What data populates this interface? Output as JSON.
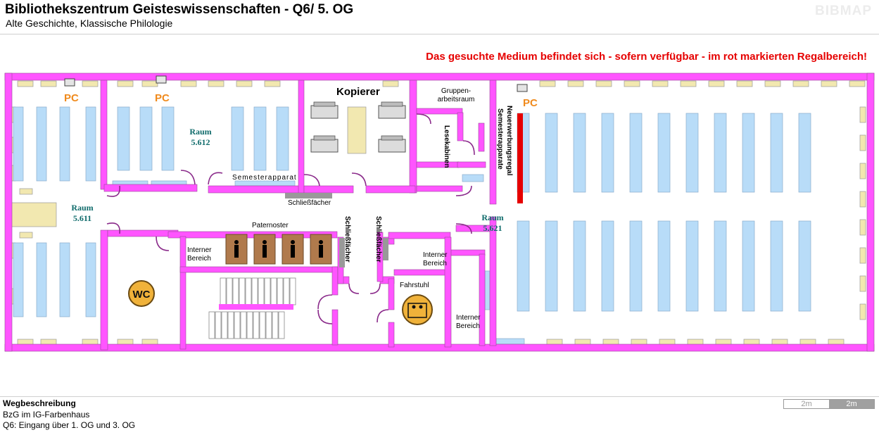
{
  "header": {
    "title": "Bibliothekszentrum Geisteswissenschaften - Q6/ 5. OG",
    "subtitle": "Alte Geschichte, Klassische Philologie",
    "logo": "BIBMAP"
  },
  "notice": "Das gesuchte Medium befindet sich - sofern verfügbar -  im rot markierten Regalbereich!",
  "plan": {
    "pc_label": "PC",
    "rooms": {
      "r5612": [
        "Raum",
        "5.612"
      ],
      "r5611": [
        "Raum",
        "5.611"
      ],
      "r5621": [
        "Raum",
        "5.621"
      ]
    },
    "labels": {
      "kopierer": "Kopierer",
      "gruppenarbeitsraum": [
        "Gruppen-",
        "arbeitsraum"
      ],
      "semesterapparat": "Semesterapparat",
      "schliessfaecher_h": "Schließfächer",
      "schliessfaecher_v": "Schließfächer",
      "lesekabinen": "Lesekabinen",
      "neuerwerbungsregal": "Neuerwerbungsregal",
      "semesterapparate": "Semesterapparate",
      "paternoster": "Paternoster",
      "interner_bereich": [
        "Interner",
        "Bereich"
      ],
      "fahrstuhl": "Fahrstuhl",
      "wc": "WC"
    },
    "colors": {
      "wall": "#ff55ff",
      "shelf": "#b8dcf8",
      "desk": "#f2e8b0",
      "highlight": "#e60000",
      "pc_text": "#f08a1c",
      "room_text": "#0f6b6b",
      "paternoster": "#b07a4c",
      "notice": "#e60000"
    },
    "icons": [
      "pc-icon",
      "copier-icon",
      "wc-icon",
      "elevator-icon",
      "paternoster-icon"
    ]
  },
  "footer": {
    "title": "Wegbeschreibung",
    "line1": "BzG im IG-Farbenhaus",
    "line2": "Q6: Eingang über 1. OG und 3. OG"
  },
  "scale": {
    "label1": "2m",
    "label2": "2m"
  }
}
